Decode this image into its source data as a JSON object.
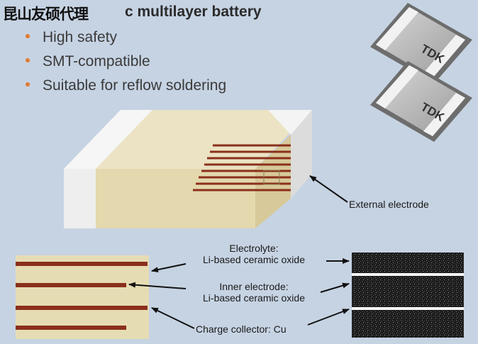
{
  "watermark": "昆山友硕代理",
  "title": "c multilayer battery",
  "bullets": [
    "High safety",
    "SMT-compatible",
    "Suitable for reflow soldering"
  ],
  "chip_brand": "TDK",
  "labels": {
    "external_electrode": "External electrode",
    "electrolyte_line1": "Electrolyte:",
    "electrolyte_line2": "Li-based ceramic oxide",
    "inner_line1": "Inner electrode:",
    "inner_line2": "Li-based ceramic oxide",
    "collector": "Charge collector: Cu"
  },
  "colors": {
    "background": "#c6d3e3",
    "bullet": "#e07a2e",
    "ceramic": "#e6dcb4",
    "electrode_layer": "#8b2f1c",
    "end_cap": "#ececec"
  }
}
